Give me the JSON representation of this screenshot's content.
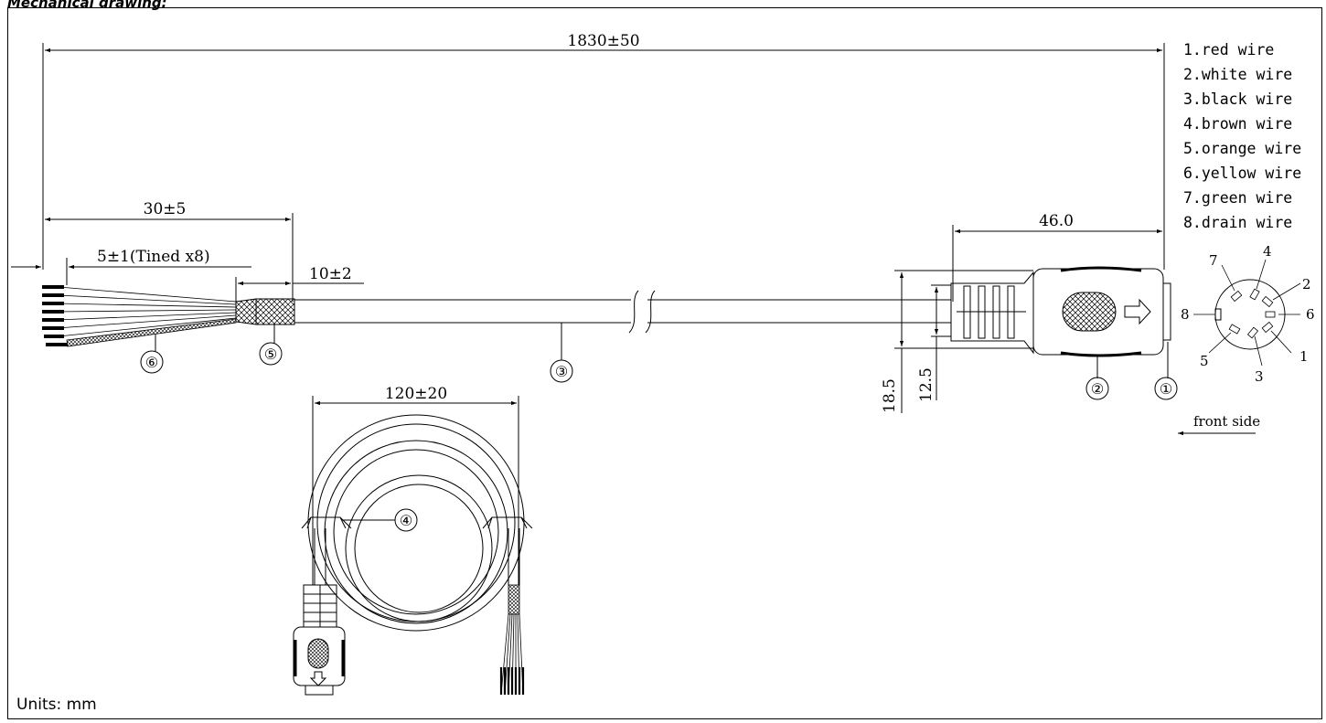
{
  "title": "Mechanical drawing:",
  "units": "Units: mm",
  "dimensions": {
    "overall_length": "1830±50",
    "strip_length": "30±5",
    "tinned_length": "5±1(Tined x8)",
    "shield_length": "10±2",
    "connector_length": "46.0",
    "outer_height": "18.5",
    "inner_height": "12.5",
    "coil_diameter": "120±20"
  },
  "legend": [
    "1.red wire",
    "2.white wire",
    "3.black wire",
    "4.brown wire",
    "5.orange wire",
    "6.yellow wire",
    "7.green wire",
    "8.drain wire"
  ],
  "callouts": [
    "①",
    "②",
    "③",
    "④",
    "⑤",
    "⑥"
  ],
  "pin_labels": [
    "1",
    "2",
    "3",
    "4",
    "5",
    "6",
    "7",
    "8"
  ],
  "front_side": "front side"
}
